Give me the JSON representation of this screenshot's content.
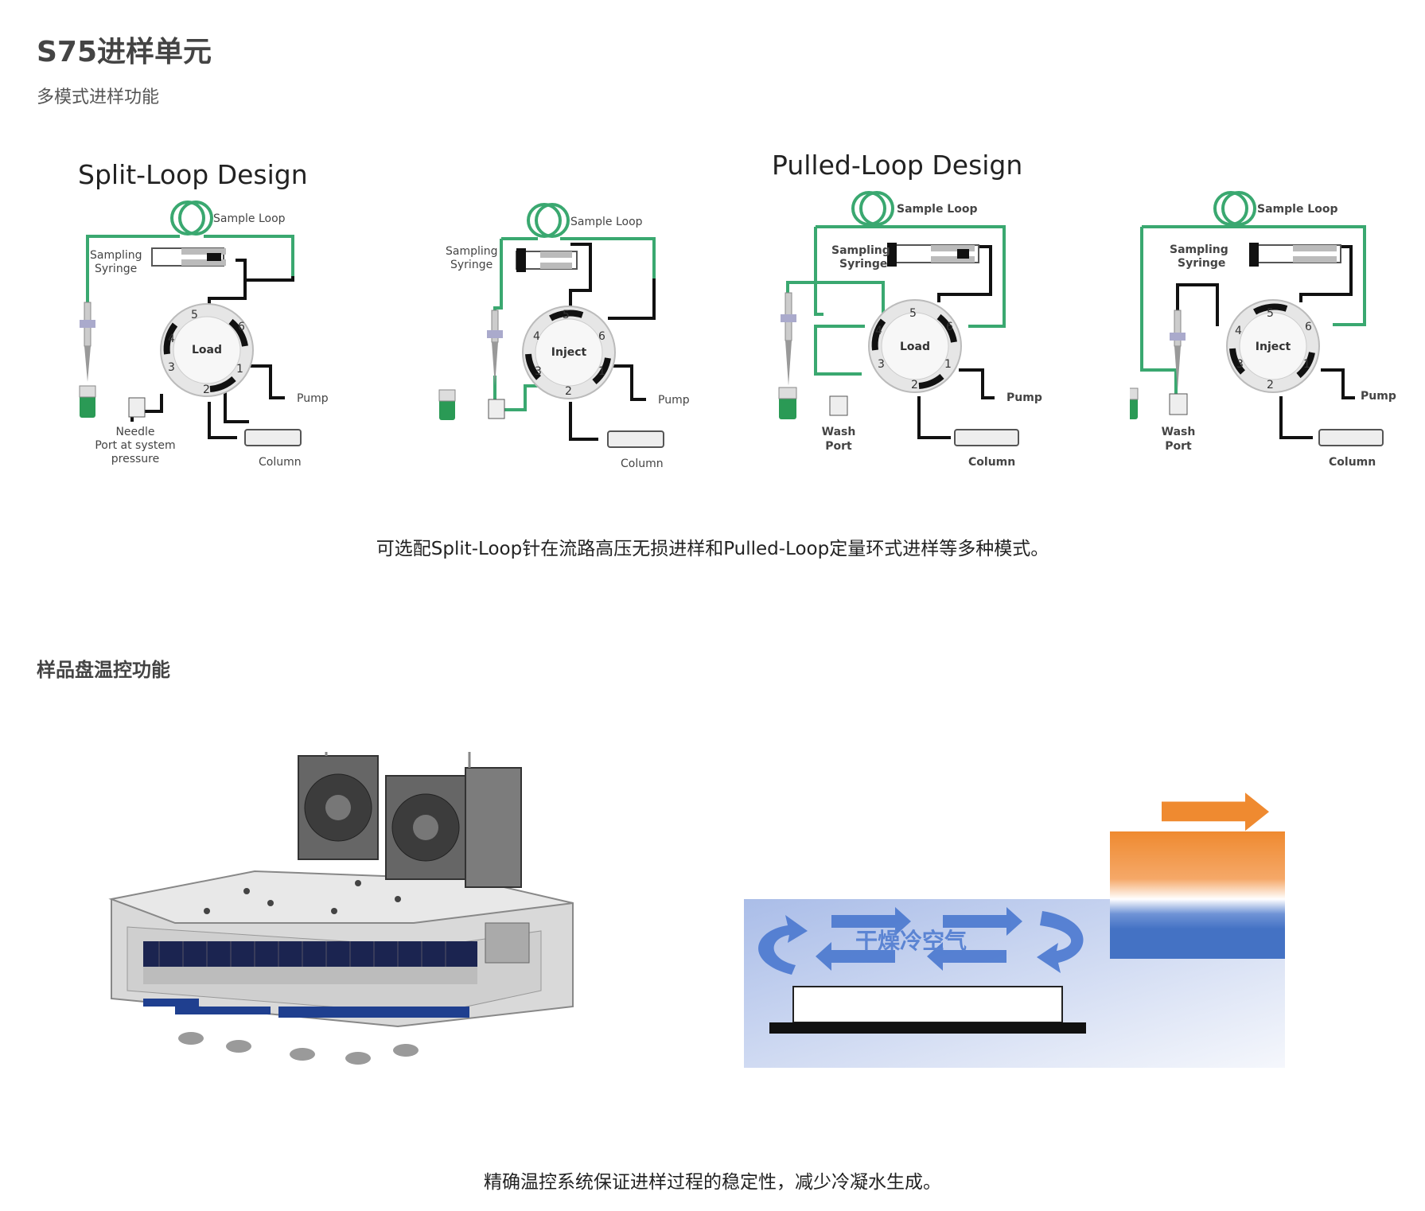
{
  "header": {
    "title": "S75进样单元",
    "subtitle": "多模式进样功能"
  },
  "injection_diagrams": {
    "split_loop_title": "Split-Loop Design",
    "pulled_loop_title": "Pulled-Loop Design",
    "panels": [
      {
        "mode_label": "Load",
        "sample_loop": "Sample Loop",
        "syringe": [
          "Sampling",
          "Syringe"
        ],
        "pump": "Pump",
        "column": "Column",
        "port_label": [
          "Needle",
          "Port at system",
          "pressure"
        ]
      },
      {
        "mode_label": "Inject",
        "sample_loop": "Sample Loop",
        "syringe": [
          "Sampling",
          "Syringe"
        ],
        "pump": "Pump",
        "column": "Column",
        "port_label": []
      },
      {
        "mode_label": "Load",
        "sample_loop": "Sample Loop",
        "syringe": [
          "Sampling",
          "Syringe"
        ],
        "pump": "Pump",
        "column": "Column",
        "port_label": [
          "Wash",
          "Port"
        ]
      },
      {
        "mode_label": "Inject",
        "sample_loop": "Sample Loop",
        "syringe": [
          "Sampling",
          "Syringe"
        ],
        "pump": "Pump",
        "column": "Column",
        "port_label": [
          "Wash",
          "Port"
        ]
      }
    ],
    "port_numbers": [
      "1",
      "2",
      "3",
      "4",
      "5",
      "6"
    ],
    "caption": "可选配Split-Loop针在流路高压无损进样和Pulled-Loop定量环式进样等多种模式。"
  },
  "temperature": {
    "title": "样品盘温控功能",
    "airflow_label": "干燥冷空气",
    "caption": "精确温控系统保证进样过程的稳定性，减少冷凝水生成。"
  },
  "colors": {
    "loop_green": "#3aa870",
    "vial_green": "#2a9a55",
    "hot_orange": "#ef8a30",
    "cold_blue": "#4472c4",
    "arrow_blue": "#4a78cf",
    "tray_navy": "#1f3f8f"
  }
}
